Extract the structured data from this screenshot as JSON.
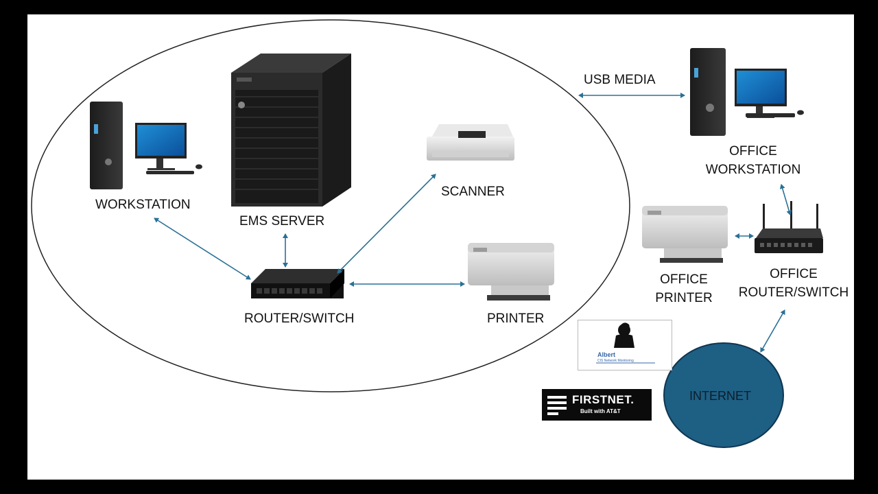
{
  "labels": {
    "workstation": "WORKSTATION",
    "ems_server": "EMS SERVER",
    "scanner": "SCANNER",
    "router_switch": "ROUTER/SWITCH",
    "printer": "PRINTER",
    "usb_media": "USB MEDIA",
    "office_workstation_line1": "OFFICE",
    "office_workstation_line2": "WORKSTATION",
    "office_printer_line1": "OFFICE",
    "office_printer_line2": "PRINTER",
    "office_router_line1": "OFFICE",
    "office_router_line2": "ROUTER/SWITCH",
    "internet": "INTERNET"
  },
  "logos": {
    "albert_name": "Albert",
    "albert_sub": "CIS Network Monitoring",
    "firstnet_name": "FIRSTNET.",
    "firstnet_sub": "Built with AT&T"
  },
  "colors": {
    "arrow": "#2a7096",
    "internet_fill": "#1e5f84",
    "ellipse_stroke": "#222222"
  }
}
